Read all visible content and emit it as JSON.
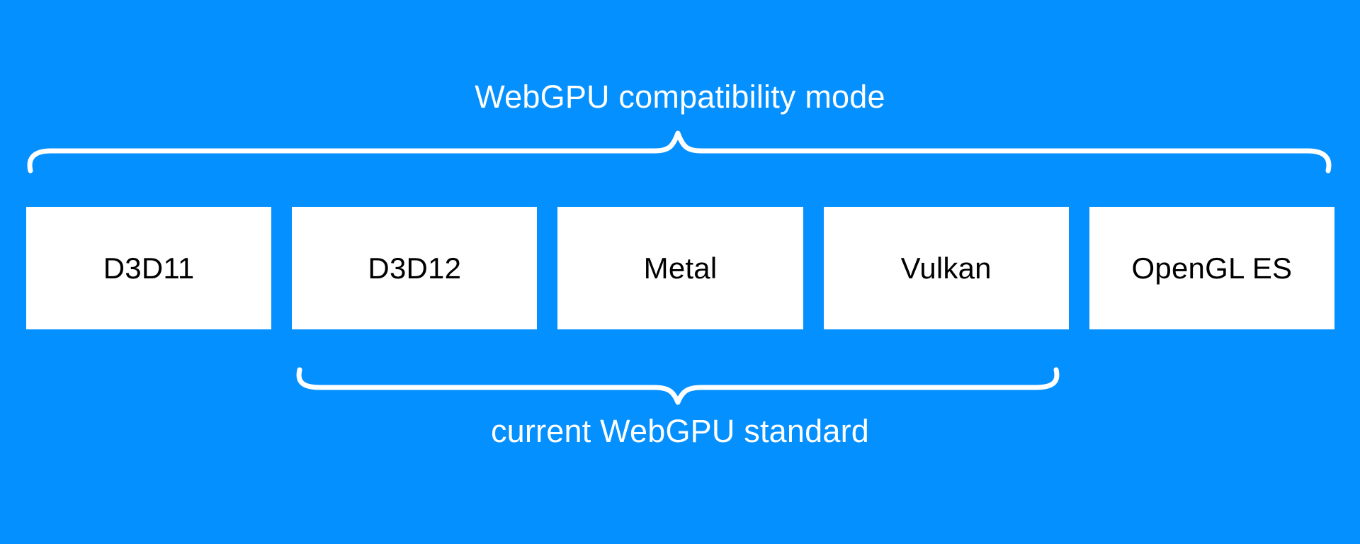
{
  "top_brace": {
    "label": "WebGPU compatibility mode",
    "spans": [
      "D3D11",
      "D3D12",
      "Metal",
      "Vulkan",
      "OpenGL ES"
    ],
    "direction": "up"
  },
  "bottom_brace": {
    "label": "current WebGPU standard",
    "spans": [
      "D3D12",
      "Metal",
      "Vulkan"
    ],
    "direction": "down"
  },
  "boxes": [
    {
      "label": "D3D11"
    },
    {
      "label": "D3D12"
    },
    {
      "label": "Metal"
    },
    {
      "label": "Vulkan"
    },
    {
      "label": "OpenGL ES"
    }
  ],
  "colors": {
    "background": "#0590FF",
    "box_background": "#FFFFFF",
    "box_text": "#000000",
    "label_text": "#FFFFFF",
    "brace_stroke": "#FFFFFF"
  }
}
